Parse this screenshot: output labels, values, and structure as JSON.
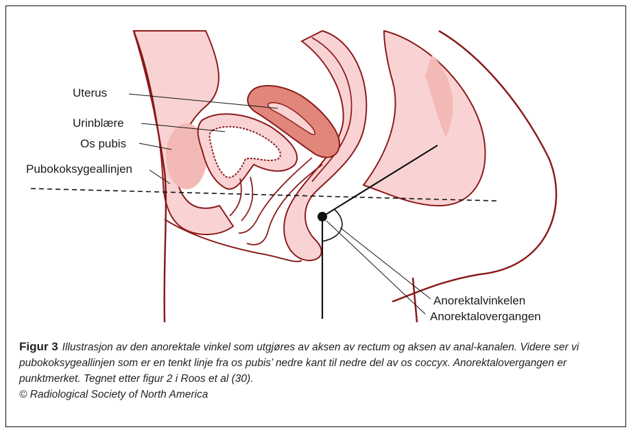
{
  "labels": {
    "uterus": "Uterus",
    "urinblaere": "Urinblære",
    "os_pubis": "Os pubis",
    "pubokoksygeallinjen": "Pubokoksygeallinjen",
    "anorektalvinkelen": "Anorektalvinkelen",
    "anorektalovergangen": "Anorektalovergangen"
  },
  "caption": {
    "figure_number": "Figur 3",
    "text": "Illustrasjon av den anorektale vinkel som utgjøres av aksen av rectum og aksen av anal-kanalen. Videre ser vi pubokoksygeallinjen som er en tenkt linje fra os pubis’ nedre kant til nedre del av os coccyx. Anorektalovergangen er punktmerket. Tegnet etter figur 2 i Roos et al (30).",
    "credit": "© Radiological Society of North America"
  },
  "colors": {
    "outline": "#8b1a1a",
    "tissue": "#f9d3d3",
    "tissue_dark": "#f3b9b6",
    "uterus": "#e0867a",
    "line": "#111111"
  }
}
